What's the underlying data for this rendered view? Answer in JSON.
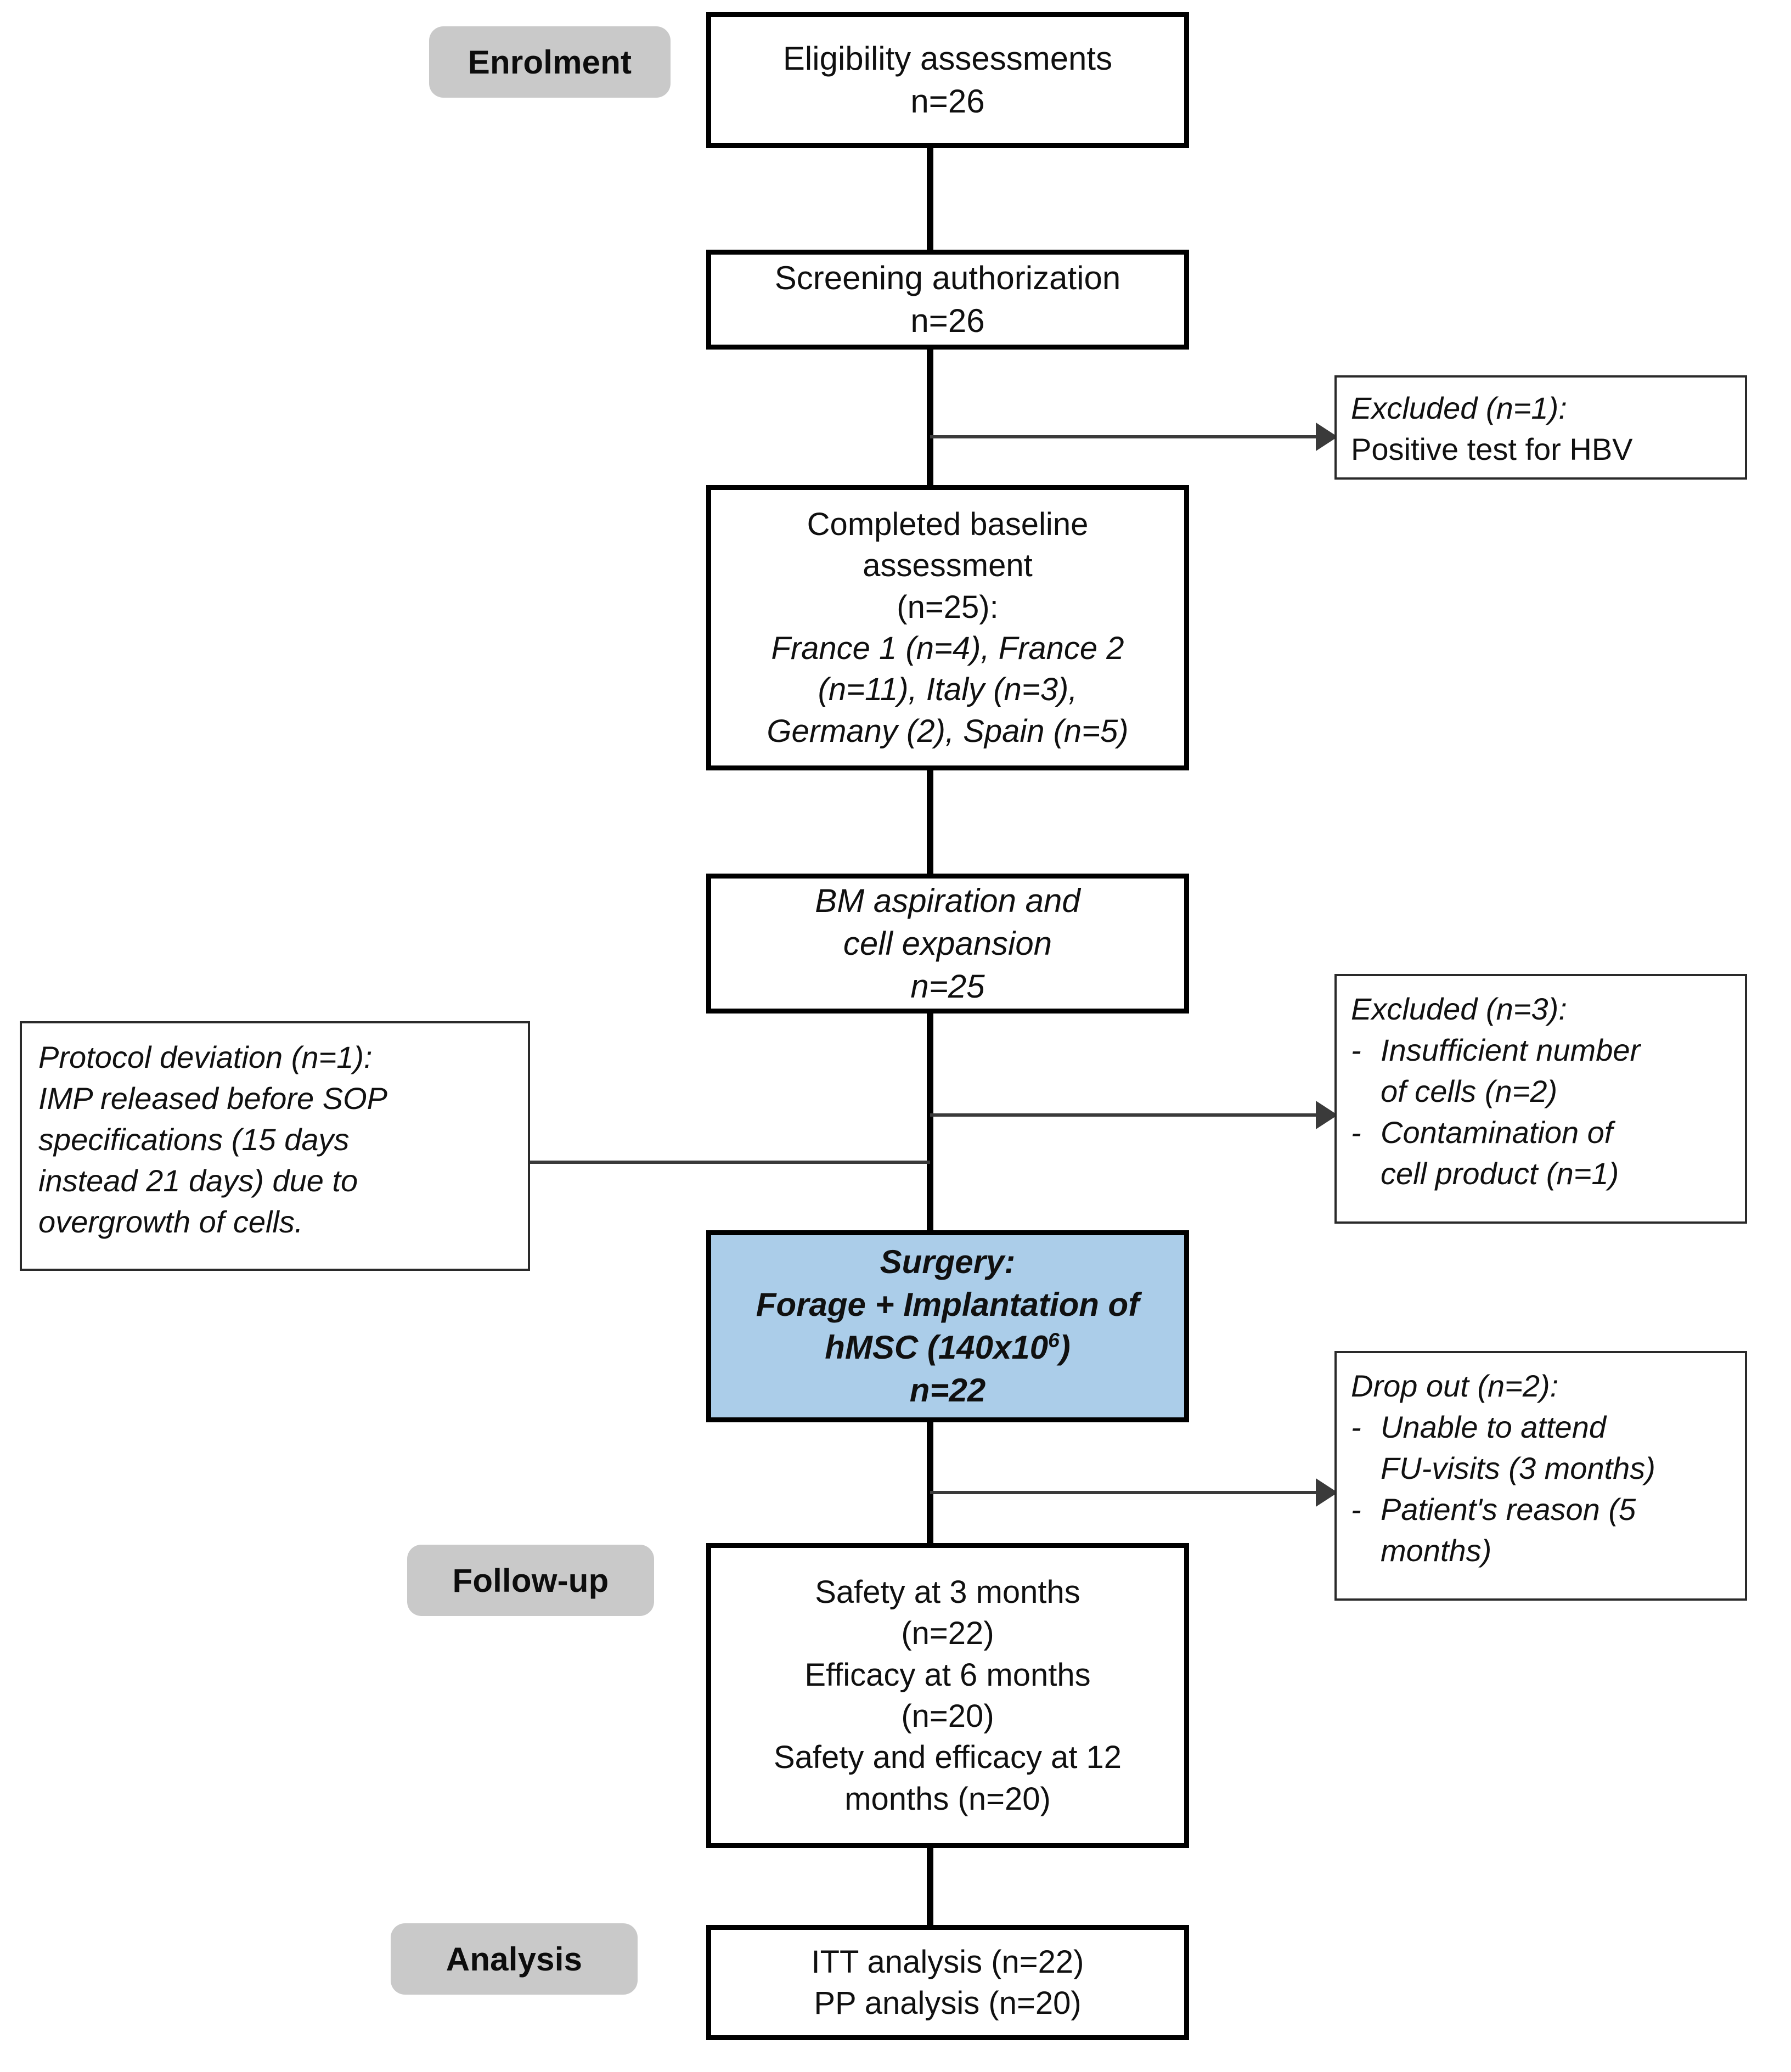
{
  "diagram": {
    "title": "CONSORT participant flow diagram",
    "colors": {
      "badge_fill": "#c9c9c9",
      "node_border": "#000000",
      "node_fill": "#ffffff",
      "highlight_fill": "#abcde9",
      "connector": "#3a3a3a",
      "text": "#111111"
    }
  },
  "stages": {
    "enrolment": "Enrolment",
    "follow_up": "Follow-up",
    "analysis": "Analysis"
  },
  "nodes": {
    "eligibility": {
      "lines": [
        "Eligibility assessments",
        "n=26"
      ]
    },
    "screening": {
      "lines": [
        "Screening authorization",
        "n=26"
      ]
    },
    "baseline": {
      "lines_roman": [
        "Completed baseline",
        "assessment",
        "(n=25):"
      ],
      "lines_italic": [
        "France 1 (n=4), France 2",
        "(n=11), Italy (n=3),",
        "Germany (2), Spain (n=5)"
      ]
    },
    "bm_aspiration": {
      "lines": [
        "BM aspiration and",
        "cell expansion",
        "n=25"
      ]
    },
    "surgery": {
      "line1": "Surgery:",
      "line2": "Forage + Implantation of",
      "line3_prefix": "hMSC (140x10",
      "line3_sup": "6",
      "line3_suffix": ")",
      "line4": "n=22"
    },
    "followup": {
      "lines": [
        "Safety at 3 months",
        "(n=22)",
        "Efficacy at 6 months",
        "(n=20)",
        "Safety and efficacy at 12",
        "months (n=20)"
      ]
    },
    "analysis": {
      "lines": [
        "ITT analysis (n=22)",
        "PP analysis (n=20)"
      ]
    }
  },
  "sideboxes": {
    "excluded_hbv": {
      "heading": "Excluded (n=1):",
      "body_roman": "Positive test for HBV"
    },
    "protocol_deviation": {
      "lines": [
        "Protocol deviation (n=1):",
        "IMP released before SOP",
        "specifications (15 days",
        "instead 21 days) due to",
        "overgrowth of cells."
      ]
    },
    "excluded_cells": {
      "heading": "Excluded (n=3):",
      "bullet_marker": "-",
      "bullets": [
        [
          "Insufficient number",
          "of cells (n=2)"
        ],
        [
          "Contamination of",
          "cell product (n=1)"
        ]
      ]
    },
    "drop_out": {
      "heading": "Drop out (n=2):",
      "bullet_marker": "-",
      "bullets": [
        [
          "Unable to attend",
          "FU-visits (3 months)"
        ],
        [
          "Patient's reason (5",
          "months)"
        ]
      ]
    }
  },
  "chart_data": {
    "type": "flowchart",
    "title": "CONSORT participant flow",
    "stages": [
      "Enrolment",
      "Follow-up",
      "Analysis"
    ],
    "flow": [
      {
        "step": "Eligibility assessments",
        "n": 26
      },
      {
        "step": "Screening authorization",
        "n": 26
      },
      {
        "step": "Completed baseline assessment",
        "n": 25,
        "by_site": {
          "France 1": 4,
          "France 2": 11,
          "Italy": 3,
          "Germany": 2,
          "Spain": 5
        }
      },
      {
        "step": "BM aspiration and cell expansion",
        "n": 25
      },
      {
        "step": "Surgery: Forage + Implantation of hMSC (140x10^6)",
        "n": 22
      },
      {
        "step": "Safety at 3 months",
        "n": 22
      },
      {
        "step": "Efficacy at 6 months",
        "n": 20
      },
      {
        "step": "Safety and efficacy at 12 months",
        "n": 20
      },
      {
        "step": "ITT analysis",
        "n": 22
      },
      {
        "step": "PP analysis",
        "n": 20
      }
    ],
    "exclusions": [
      {
        "after": "Screening authorization",
        "label": "Excluded",
        "n": 1,
        "reasons": [
          {
            "reason": "Positive test for HBV",
            "n": 1
          }
        ]
      },
      {
        "after": "BM aspiration and cell expansion",
        "label": "Excluded",
        "n": 3,
        "reasons": [
          {
            "reason": "Insufficient number of cells",
            "n": 2
          },
          {
            "reason": "Contamination of cell product",
            "n": 1
          }
        ]
      },
      {
        "after": "Surgery",
        "label": "Drop out",
        "n": 2,
        "reasons": [
          {
            "reason": "Unable to attend FU-visits (3 months)",
            "n": 1
          },
          {
            "reason": "Patient's reason (5 months)",
            "n": 1
          }
        ]
      }
    ],
    "deviations": [
      {
        "after": "BM aspiration and cell expansion",
        "label": "Protocol deviation",
        "n": 1,
        "detail": "IMP released before SOP specifications (15 days instead 21 days) due to overgrowth of cells."
      }
    ]
  }
}
